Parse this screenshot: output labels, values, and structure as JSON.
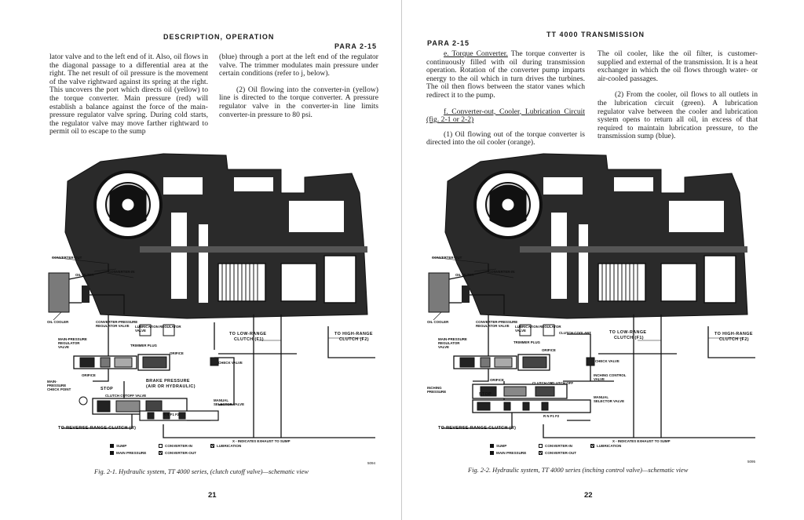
{
  "left": {
    "header": "DESCRIPTION, OPERATION",
    "para": "PARA 2-15",
    "col1": "lator valve and to the left end of it. Also, oil flows in the diagonal passage to a differential area at the right. The net result of oil pressure is the movement of the valve rightward against its spring at the right. This uncovers the port which directs oil (yellow) to the torque converter. Main pressure (red) will establish a balance against the force of the main-pressure regulator valve spring. During cold starts, the regulator valve may move farther rightward to permit oil to escape to the sump",
    "col2_p1": "(blue) through a port at the left end of the regulator valve. The trimmer modulates main pressure under certain conditions (refer to j, below).",
    "col2_p2": "(2) Oil flowing into the converter-in (yellow) line is directed to the torque converter. A pressure regulator valve in the converter-in line limits converter-in pressure to 80 psi.",
    "labels": {
      "converter_out": "CONVERTER-OUT",
      "oil_filter": "OIL FILTER",
      "converter_in": "CONVERTER-IN",
      "oil_cooler": "OIL COOLER",
      "conv_press_reg": "CONVERTER-PRESSURE REGULATOR VALVE",
      "lub_reg": "LUBRICATION REGULATOR VALVE",
      "main_press_reg": "MAIN-PRESSURE REGULATOR VALVE",
      "trimmer_plug": "TRIMMER PLUG",
      "orifice_a": "ORIFICE",
      "orifice_b": "ORIFICE",
      "check_valve": "CHECK VALVE",
      "main_press_check": "MAIN-PRESSURE CHECK POINT",
      "stop": "STOP",
      "clutch_cutoff": "CLUTCH CUTOFF VALVE",
      "brake_pressure": "BRAKE PRESSURE",
      "air_or_hydraulic": "(AIR OR HYDRAULIC)",
      "manual_selector": "MANUAL SELECTOR VALVE",
      "rnf1f2": "R N F1 F2",
      "to_low": "TO LOW-RANGE",
      "to_low_clutch": "CLUTCH (F1)",
      "to_high": "TO HIGH-RANGE",
      "to_high_clutch": "CLUTCH (F2)",
      "to_reverse": "TO REVERSE-RANGE CLUTCH (R)",
      "exhaust": "X - INDICATES EXHAUST TO SUMP",
      "fig_num": "5094"
    },
    "legend": [
      "SUMP",
      "MAIN PRESSURE",
      "CONVERTER-IN",
      "CONVERTER-OUT",
      "LUBRICATION"
    ],
    "caption": "Fig. 2-1.   Hydraulic system, TT 4000 series, (clutch cutoff valve)—schematic view",
    "page_number": "21"
  },
  "right": {
    "header": "TT 4000 TRANSMISSION",
    "para": "PARA 2-15",
    "col1_head_e": "e.  Torque Converter.",
    "col1_p1": "The torque converter is continuously filled with oil during transmission operation. Rotation of the converter pump imparts energy to the oil which in turn drives the turbines. The oil then flows between the stator vanes which redirect it to the pump.",
    "col1_head_f": "f.  Converter-out, Cooler, Lubrication Circuit (fig. 2-1 or 2-2)",
    "col1_p2": "(1) Oil flowing out of the torque converter is directed into the oil cooler (orange).",
    "col2_p1": "The oil cooler, like the oil filter, is customer-supplied and external of the transmission. It is a heat exchanger in which the oil flows through water- or air-cooled passages.",
    "col2_p2": "(2) From the cooler, oil flows to all outlets in the lubrication circuit (green). A lubrication regulator valve between the cooler and lubrication system opens to return all oil, in excess of that required to maintain lubrication pressure, to the transmission sump (blue).",
    "labels": {
      "converter_out": "CONVERTER-OUT",
      "oil_filter": "OIL FILTER",
      "converter_in": "CONVERTER-IN",
      "oil_cooler": "OIL COOLER",
      "conv_press_reg": "CONVERTER-PRESSURE REGULATOR VALVE",
      "lub_reg": "LUBRICATION REGULATOR VALVE",
      "main_press_reg": "MAIN-PRESSURE REGULATOR VALVE",
      "trimmer_plug": "TRIMMER PLUG",
      "clutch_coolant": "CLUTCH COOLANT",
      "orifice_a": "ORIFICE",
      "orifice_b": "ORIFICE",
      "check_valve": "CHECK VALVE",
      "inching_control": "INCHING CONTROL VALVE",
      "inching_pressure": "INCHING PRESSURE",
      "stop": "STOP",
      "clutch_on": "CLUTCH ON",
      "clutch_off": "CLUTCH OFF",
      "manual_selector": "MANUAL SELECTOR VALVE",
      "rnf1f2": "R N F1 F2",
      "to_low": "TO LOW-RANGE",
      "to_low_clutch": "CLUTCH (F1)",
      "to_high": "TO HIGH-RANGE",
      "to_high_clutch": "CLUTCH (F2)",
      "to_reverse": "TO REVERSE-RANGE CLUTCH (R)",
      "exhaust": "X - INDICATES EXHAUST TO SUMP",
      "fig_num": "5095"
    },
    "legend": [
      "SUMP",
      "MAIN PRESSURE",
      "CONVERTER-IN",
      "CONVERTER-OUT",
      "LUBRICATION"
    ],
    "caption": "Fig. 2-2.   Hydraulic system, TT 4000 series (inching control valve)—schematic view",
    "page_number": "22"
  }
}
